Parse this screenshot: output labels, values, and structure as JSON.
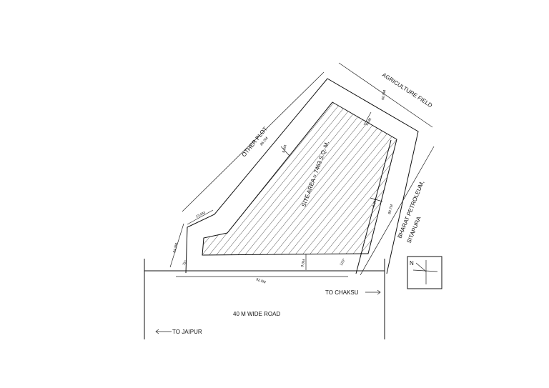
{
  "labels": {
    "other_plot": "OTHER PLOT",
    "agriculture_field": "AGRICULTURE FIELD",
    "bharat_petroleum": "BHARAT PETROLEUM,",
    "sitapura": "SITAPURA",
    "site_area": "SITE AREA = 7463 S.Q. M.",
    "road": "40 M WIDE ROAD",
    "to_chaksu": "TO CHAKSU",
    "to_jaipur": "TO JAIPUR",
    "north": "N"
  },
  "dimensions": {
    "other_plot_side": "86.2M",
    "agriculture_side": "60.9M",
    "petroleum_side": "80.7M",
    "front_side": "92.0M",
    "left_side": "24.9M",
    "offset_short": "13.6M",
    "setback_top": "9.0M",
    "setback_right": "9.0M",
    "setback_left": "9.0M",
    "setback_front": "9.0M",
    "angle_left": "75°",
    "angle_right": "120°"
  }
}
